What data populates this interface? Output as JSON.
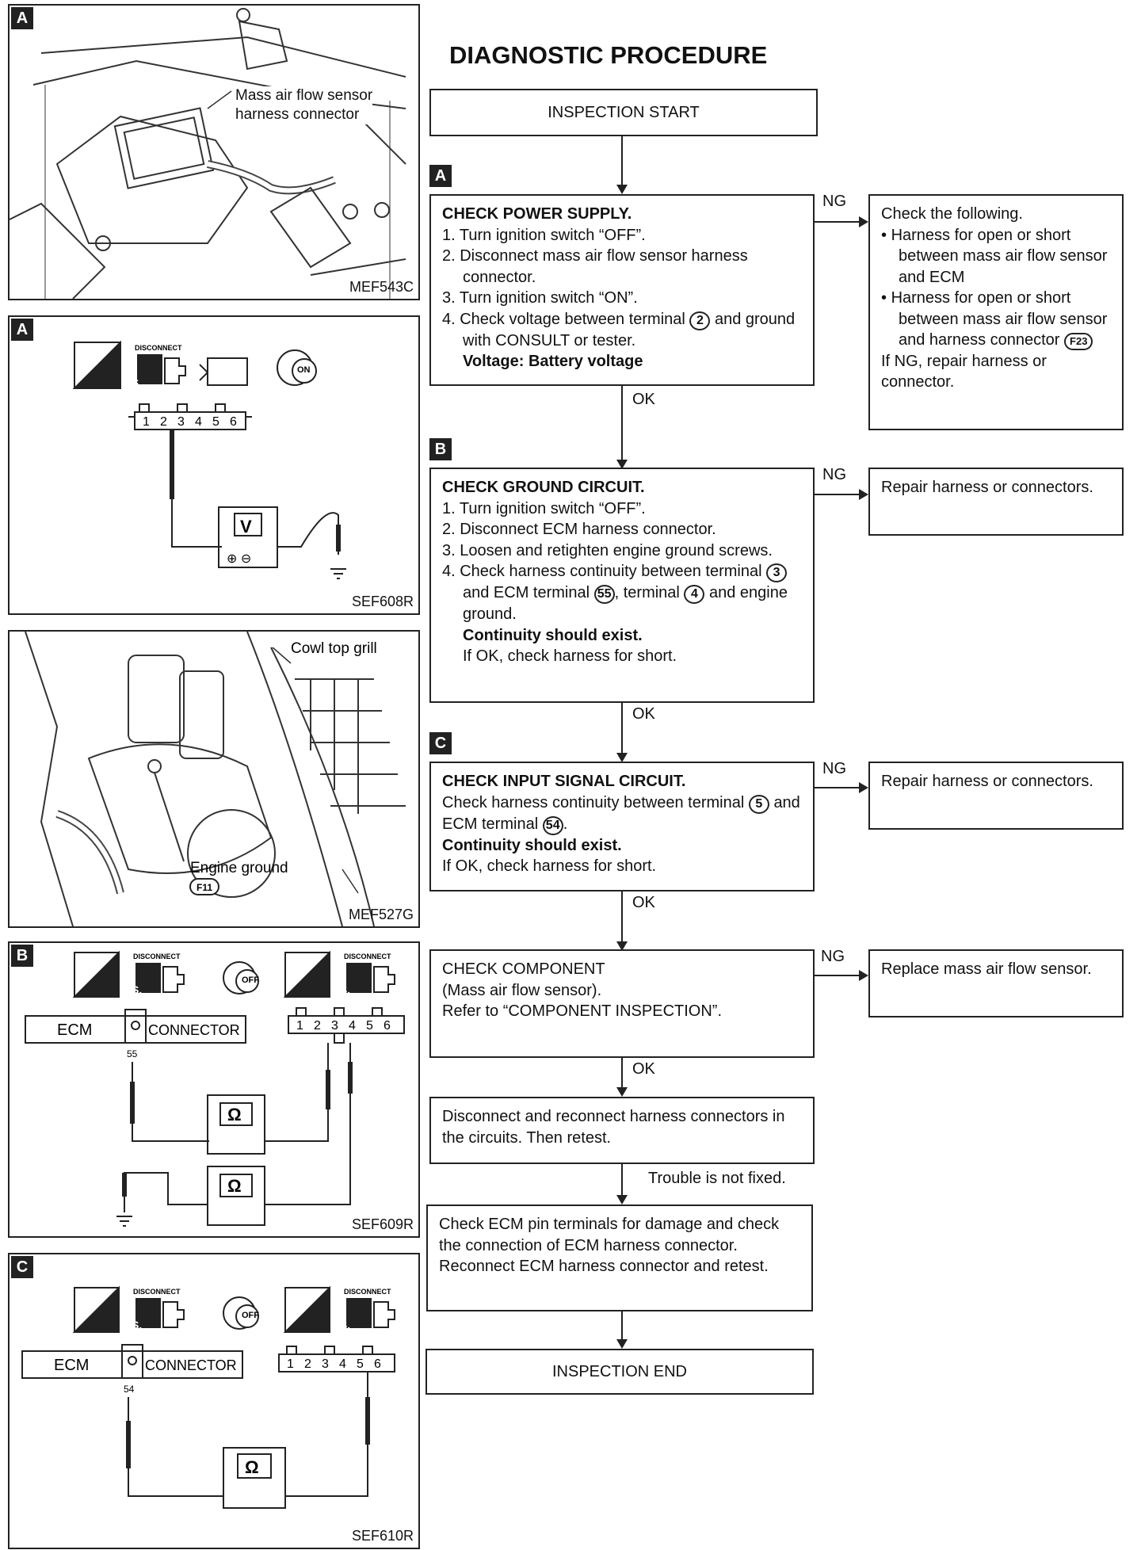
{
  "title": "DIAGNOSTIC PROCEDURE",
  "figures": {
    "fig1": {
      "tag": "A",
      "code": "MEF543C",
      "callout": [
        "Mass air flow sensor",
        "harness connector"
      ]
    },
    "fig2": {
      "tag": "A",
      "code": "SEF608R",
      "meter": "V",
      "terminals": [
        "1",
        "2",
        "3",
        "4",
        "5",
        "6"
      ],
      "icon_ts": "T.S.",
      "icon_disconnect": "DISCONNECT",
      "key": "ON"
    },
    "fig3": {
      "code": "MEF527G",
      "callout_cowl": "Cowl top grill",
      "callout_ground": "Engine ground",
      "connector": "F11"
    },
    "fig4": {
      "tag": "B",
      "code": "SEF609R",
      "ecm": "ECM",
      "connector": "CONNECTOR",
      "pin": "55",
      "meter": "Ω",
      "terminals": [
        "1",
        "2",
        "3",
        "4",
        "5",
        "6"
      ],
      "icon_hs": "H.S.",
      "icon_ts": "T.S.",
      "icon_disconnect": "DISCONNECT",
      "key": "OFF"
    },
    "fig5": {
      "tag": "C",
      "code": "SEF610R",
      "ecm": "ECM",
      "connector": "CONNECTOR",
      "pin": "54",
      "meter": "Ω",
      "terminals": [
        "1",
        "2",
        "3",
        "4",
        "5",
        "6"
      ],
      "icon_hs": "H.S.",
      "icon_ts": "T.S.",
      "icon_disconnect": "DISCONNECT",
      "key": "OFF"
    }
  },
  "flow": {
    "start": "INSPECTION START",
    "stepA": {
      "tag": "A",
      "heading": "CHECK POWER SUPPLY.",
      "items": [
        "1. Turn ignition switch “OFF”.",
        "2. Disconnect mass air flow sensor harness connector.",
        "3. Turn ignition switch “ON”.",
        "4. Check voltage between terminal"
      ],
      "terminal": "2",
      "item4_tail": "and ground with CONSULT or tester.",
      "result": "Voltage: Battery voltage",
      "ng": "NG",
      "ok": "OK",
      "ng_box": {
        "lead": "Check the following.",
        "bullets": [
          "Harness for open or short between mass air flow sensor and ECM",
          "Harness for open or short between mass air flow sensor and harness connector"
        ],
        "connector": "F23",
        "tail": "If NG, repair harness or connector."
      }
    },
    "stepB": {
      "tag": "B",
      "heading": "CHECK GROUND CIRCUIT.",
      "items": [
        "1. Turn ignition switch “OFF”.",
        "2. Disconnect ECM harness connector.",
        "3. Loosen and retighten engine ground screws.",
        "4. Check harness continuity between terminal"
      ],
      "t1": "3",
      "mid1": "and ECM terminal",
      "t2": "55",
      "mid2": ", terminal",
      "t3": "4",
      "mid3": "and engine ground.",
      "result": "Continuity should exist.",
      "note": "If OK, check harness for short.",
      "ng": "NG",
      "ok": "OK",
      "ng_box": "Repair harness or connectors."
    },
    "stepC": {
      "tag": "C",
      "heading": "CHECK INPUT SIGNAL CIRCUIT.",
      "line1": "Check harness continuity between terminal",
      "t1": "5",
      "mid1": "and ECM terminal",
      "t2": "54",
      "result": "Continuity should exist.",
      "note": "If OK, check harness for short.",
      "ng": "NG",
      "ok": "OK",
      "ng_box": "Repair harness or connectors."
    },
    "stepD": {
      "lines": [
        "CHECK COMPONENT",
        "(Mass air flow sensor).",
        "Refer to “COMPONENT INSPECTION”."
      ],
      "ng": "NG",
      "ok": "OK",
      "ng_box": "Replace mass air flow sensor."
    },
    "retest": "Disconnect and reconnect harness connectors in the circuits. Then retest.",
    "not_fixed": "Trouble is not fixed.",
    "ecm_check": "Check ECM pin terminals for damage and check the connection of ECM harness connector. Reconnect ECM harness connector and retest.",
    "end": "INSPECTION END"
  }
}
